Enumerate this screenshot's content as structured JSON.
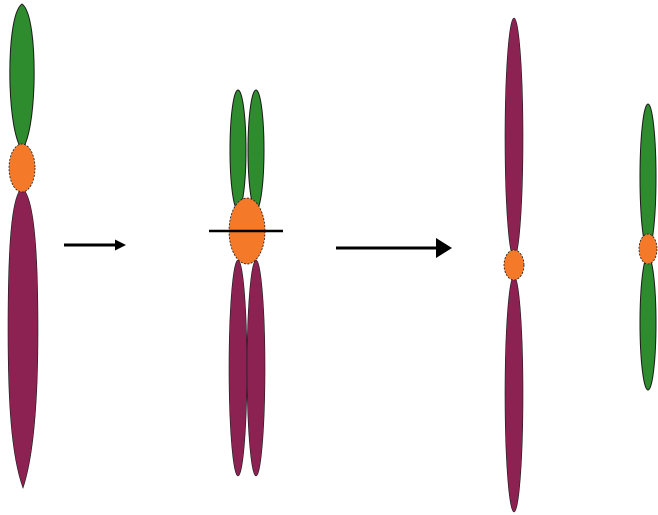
{
  "diagram": {
    "type": "chromosome-isochromosome-formation",
    "stages": [
      {
        "name": "original-chromosome",
        "short_arm": "green",
        "long_arm": "purple"
      },
      {
        "name": "replicated-chromosome",
        "chromatids": 2,
        "split": "transverse-through-centromere"
      },
      {
        "name": "isochromosome-long-arms",
        "arms": [
          "purple",
          "purple"
        ]
      },
      {
        "name": "isochromosome-short-arms",
        "arms": [
          "green",
          "green"
        ]
      }
    ],
    "arrows": 2
  },
  "colors": {
    "short_arm": "#2e8b2e",
    "long_arm": "#8b2252",
    "centromere": "#f47a2a",
    "outline": "#1a1a1a",
    "arrow": "#000000",
    "background": "#ffffff"
  },
  "icons": [
    "arrow-right-icon",
    "arrow-right-icon"
  ]
}
